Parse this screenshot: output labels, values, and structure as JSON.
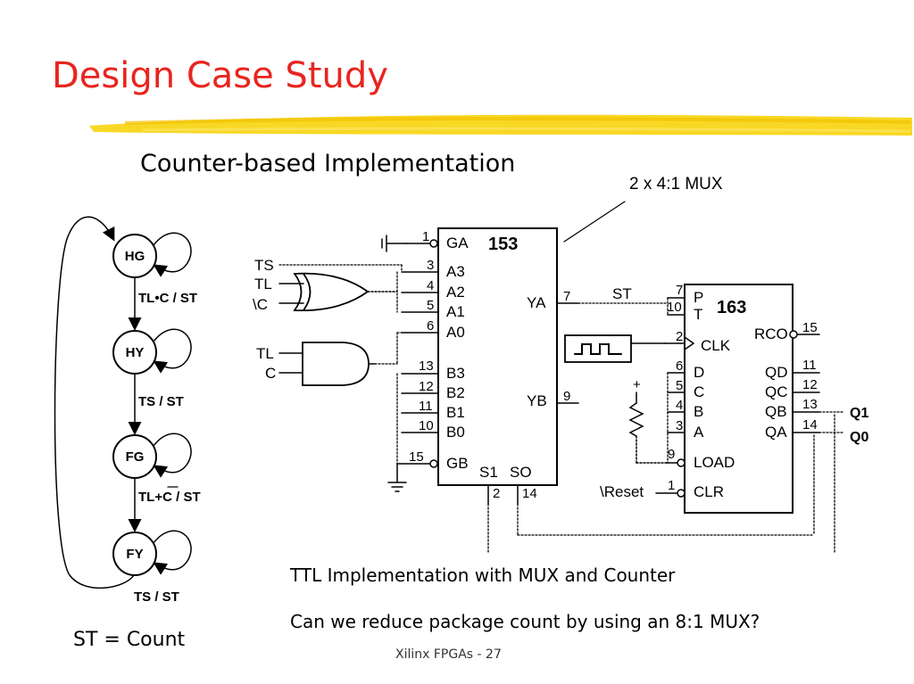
{
  "slide": {
    "title": "Design Case Study",
    "subtitle": "Counter-based Implementation",
    "caption1": "TTL Implementation with MUX and Counter",
    "caption2": "Can we reduce package count by using an 8:1 MUX?",
    "legend": "ST = Count",
    "footer": "Xilinx FPGAs - 27"
  },
  "colors": {
    "title": "#e8251f",
    "highlighter": "#f7d40d"
  },
  "state_diagram": {
    "states": [
      "HG",
      "HY",
      "FG",
      "FY"
    ],
    "transitions": {
      "hg_hy": "TL•C / ST",
      "hy_fg": "TS / ST",
      "fg_fy_a": "TL+",
      "fg_fy_b": "C",
      "fg_fy_c": " / ST",
      "fy_hg": "TS / ST"
    }
  },
  "circuit": {
    "mux_callout": "2 x 4:1 MUX",
    "mux": {
      "name": "153",
      "pins": {
        "GA": "GA",
        "A3": "A3",
        "A2": "A2",
        "A1": "A1",
        "A0": "A0",
        "B3": "B3",
        "B2": "B2",
        "B1": "B1",
        "B0": "B0",
        "GB": "GB",
        "YA": "YA",
        "YB": "YB",
        "S1": "S1",
        "SO": "SO"
      },
      "pin_numbers": {
        "GA": "1",
        "A3": "3",
        "A2": "4",
        "A1": "5",
        "A0": "6",
        "B3": "13",
        "B2": "12",
        "B1": "11",
        "B0": "10",
        "GB": "15",
        "YA": "7",
        "YB": "9",
        "S1": "2",
        "SO": "14"
      }
    },
    "counter": {
      "name": "163",
      "pins": {
        "P": "P",
        "T": "T",
        "CLK": "CLK",
        "D": "D",
        "C": "C",
        "B": "B",
        "A": "A",
        "LOAD": "LOAD",
        "CLR": "CLR",
        "RCO": "RCO",
        "QD": "QD",
        "QC": "QC",
        "QB": "QB",
        "QA": "QA"
      },
      "pin_numbers": {
        "P": "7",
        "T": "10",
        "CLK": "2",
        "D": "6",
        "C": "5",
        "B": "4",
        "A": "3",
        "LOAD": "9",
        "CLR": "1",
        "RCO": "15",
        "QD": "11",
        "QC": "12",
        "QB": "13",
        "QA": "14"
      }
    },
    "gate_inputs": {
      "or_a": "TS",
      "or_b": "TL",
      "or_c": "\\C",
      "and_a": "TL",
      "and_b": "C"
    },
    "nets": {
      "st": "ST",
      "reset": "\\Reset",
      "plus": "+",
      "q1": "Q1",
      "q0": "Q0"
    }
  }
}
